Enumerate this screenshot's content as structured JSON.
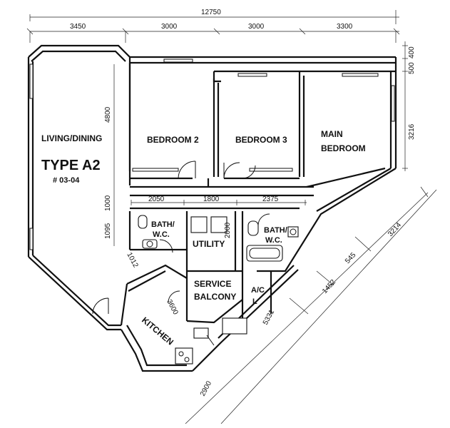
{
  "dimensions": {
    "overall_width": "12750",
    "top_segments": [
      "3450",
      "3000",
      "3000",
      "3300"
    ],
    "right_top": [
      "500",
      "400"
    ],
    "right_bedroom": "3216",
    "left_living": "4800",
    "left_corridor": "1000",
    "left_bath": "1095",
    "mid_segments": [
      "2050",
      "1800",
      "2375"
    ],
    "utility_depth": "2000",
    "kitchen_angle": "1012",
    "kitchen_side": "3600",
    "balcony_side": "5331",
    "bottom_diag": "2900",
    "right_diag_long": "3214",
    "right_diag_a": "1452",
    "right_diag_b": "545"
  },
  "rooms": {
    "living": "LIVING/DINING",
    "bedroom2": "BEDROOM 2",
    "bedroom3": "BEDROOM 3",
    "main_bedroom_line1": "MAIN",
    "main_bedroom_line2": "BEDROOM",
    "bath_left_line1": "BATH/",
    "bath_left_line2": "W.C.",
    "utility": "UTILITY",
    "bath_right_line1": "BATH/",
    "bath_right_line2": "W.C.",
    "service_line1": "SERVICE",
    "service_line2": "BALCONY",
    "ac_line1": "A/C",
    "ac_line2": "L",
    "kitchen": "KITCHEN"
  },
  "type_label": {
    "title": "TYPE A2",
    "floors": "# 03-04"
  }
}
